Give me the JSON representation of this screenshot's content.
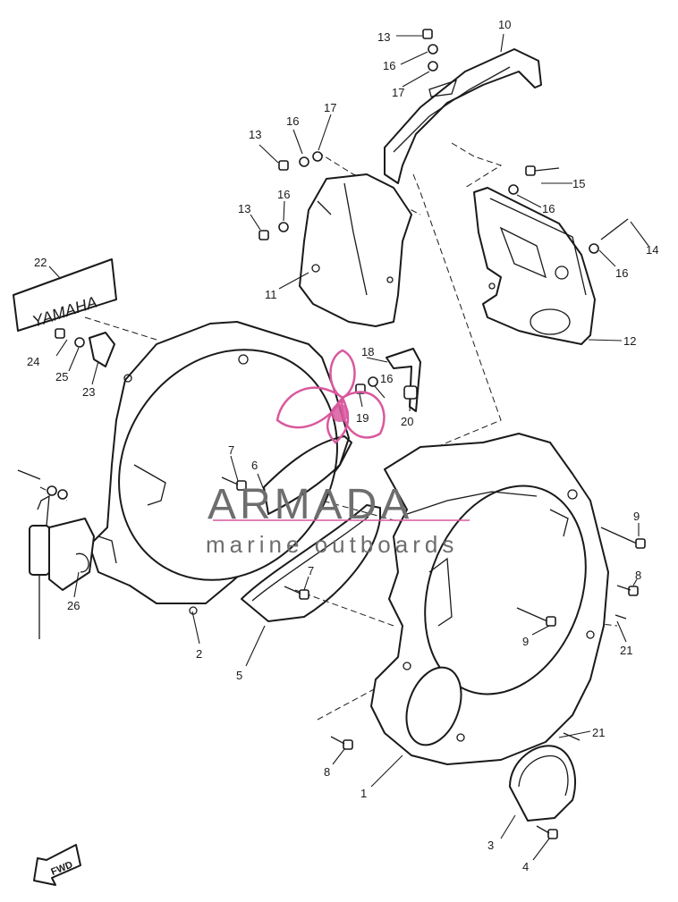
{
  "callouts": [
    {
      "id": "c1",
      "label": "1"
    },
    {
      "id": "c2",
      "label": "2"
    },
    {
      "id": "c3",
      "label": "3"
    },
    {
      "id": "c4",
      "label": "4"
    },
    {
      "id": "c5",
      "label": "5"
    },
    {
      "id": "c6",
      "label": "6"
    },
    {
      "id": "c7a",
      "label": "7"
    },
    {
      "id": "c7b",
      "label": "7"
    },
    {
      "id": "c8a",
      "label": "8"
    },
    {
      "id": "c8b",
      "label": "8"
    },
    {
      "id": "c9a",
      "label": "9"
    },
    {
      "id": "c9b",
      "label": "9"
    },
    {
      "id": "c10",
      "label": "10"
    },
    {
      "id": "c11",
      "label": "11"
    },
    {
      "id": "c12",
      "label": "12"
    },
    {
      "id": "c13a",
      "label": "13"
    },
    {
      "id": "c13b",
      "label": "13"
    },
    {
      "id": "c13c",
      "label": "13"
    },
    {
      "id": "c14",
      "label": "14"
    },
    {
      "id": "c15",
      "label": "15"
    },
    {
      "id": "c16a",
      "label": "16"
    },
    {
      "id": "c16b",
      "label": "16"
    },
    {
      "id": "c16c",
      "label": "16"
    },
    {
      "id": "c16d",
      "label": "16"
    },
    {
      "id": "c16e",
      "label": "16"
    },
    {
      "id": "c16f",
      "label": "16"
    },
    {
      "id": "c17a",
      "label": "17"
    },
    {
      "id": "c17b",
      "label": "17"
    },
    {
      "id": "c18",
      "label": "18"
    },
    {
      "id": "c19",
      "label": "19"
    },
    {
      "id": "c20",
      "label": "20"
    },
    {
      "id": "c21a",
      "label": "21"
    },
    {
      "id": "c21b",
      "label": "21"
    },
    {
      "id": "c22",
      "label": "22"
    },
    {
      "id": "c23",
      "label": "23"
    },
    {
      "id": "c24",
      "label": "24"
    },
    {
      "id": "c25",
      "label": "25"
    },
    {
      "id": "c26",
      "label": "26"
    }
  ],
  "watermark": {
    "brand": "ARMADA",
    "tagline": "marine outboards",
    "accent_color": "#d9589e",
    "text_color": "#6e6e6e"
  },
  "decal_text": "YAMAHA",
  "fwd_label": "FWD"
}
